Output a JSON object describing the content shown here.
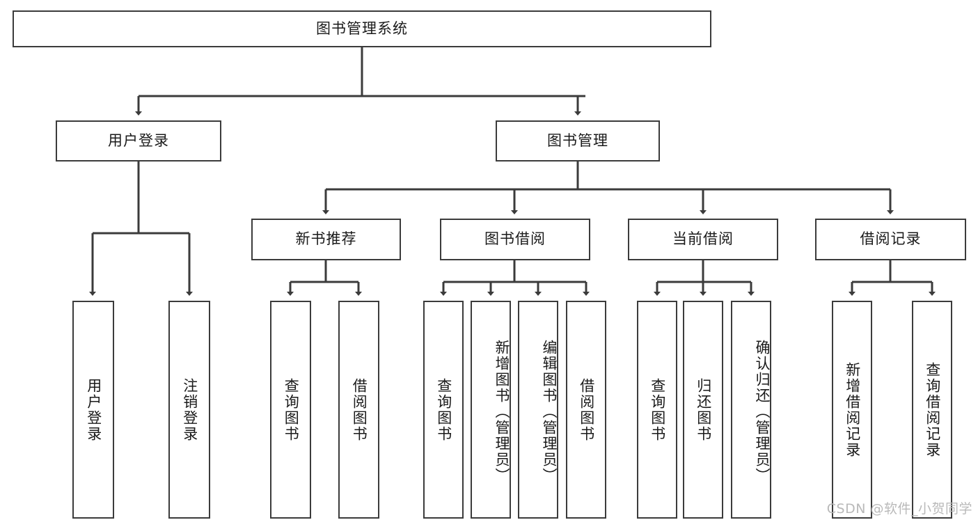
{
  "diagram": {
    "title": "图书管理系统",
    "type": "tree-hierarchy",
    "background_color": "#ffffff",
    "line_color": "#3b3b3b",
    "text_color": "#1a1a1a"
  },
  "root": {
    "label": "图书管理系统"
  },
  "level1": [
    {
      "label": "用户登录"
    },
    {
      "label": "图书管理"
    }
  ],
  "level2": [
    {
      "label": "新书推荐"
    },
    {
      "label": "图书借阅"
    },
    {
      "label": "当前借阅"
    },
    {
      "label": "借阅记录"
    }
  ],
  "leaves": {
    "user_login": [
      {
        "label": "用户登录"
      },
      {
        "label": "注销登录"
      }
    ],
    "new_book_recommend": [
      {
        "label": "查询图书"
      },
      {
        "label": "借阅图书"
      }
    ],
    "book_borrow": [
      {
        "label": "查询图书"
      },
      {
        "label": "新增图书（管理员）"
      },
      {
        "label": "编辑图书（管理员）"
      },
      {
        "label": "借阅图书"
      }
    ],
    "current_borrow": [
      {
        "label": "查询图书"
      },
      {
        "label": "归还图书"
      },
      {
        "label": "确认归还（管理员）"
      }
    ],
    "borrow_record": [
      {
        "label": "新增借阅记录"
      },
      {
        "label": "查询借阅记录"
      }
    ]
  },
  "watermark": {
    "text": "CSDN @软件_小贺同学"
  }
}
